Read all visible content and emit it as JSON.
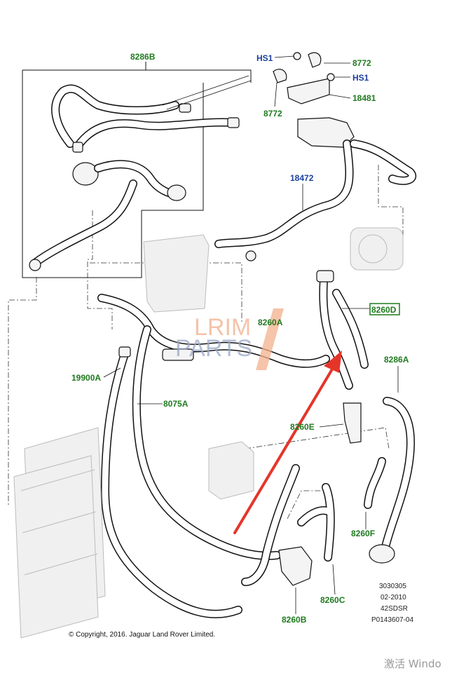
{
  "callouts": {
    "c_8286B": "8286B",
    "c_HS1_top": "HS1",
    "c_8772_top": "8772",
    "c_HS1_right": "HS1",
    "c_18481": "18481",
    "c_8772_left": "8772",
    "c_18472": "18472",
    "c_8260D": "8260D",
    "c_8260A": "8260A",
    "c_8286A": "8286A",
    "c_19900A": "19900A",
    "c_8075A": "8075A",
    "c_8260E": "8260E",
    "c_8260F": "8260F",
    "c_8260C": "8260C",
    "c_8260B": "8260B"
  },
  "colors": {
    "green": "#1f7a1f",
    "blue": "#1c3f9e",
    "arrow": "#e5352a",
    "watermark_orange": "#f2b08c",
    "watermark_blue": "#9aa8c8"
  },
  "reference": {
    "line1": "3030305",
    "line2": "02-2010",
    "line3": "42SDSR",
    "line4": "P0143607-04"
  },
  "copyright": "© Copyright, 2016. Jaguar Land Rover Limited.",
  "watermark": {
    "line1": "LRIM",
    "line2": "PARTS"
  },
  "os_watermark": "激活 Windo"
}
